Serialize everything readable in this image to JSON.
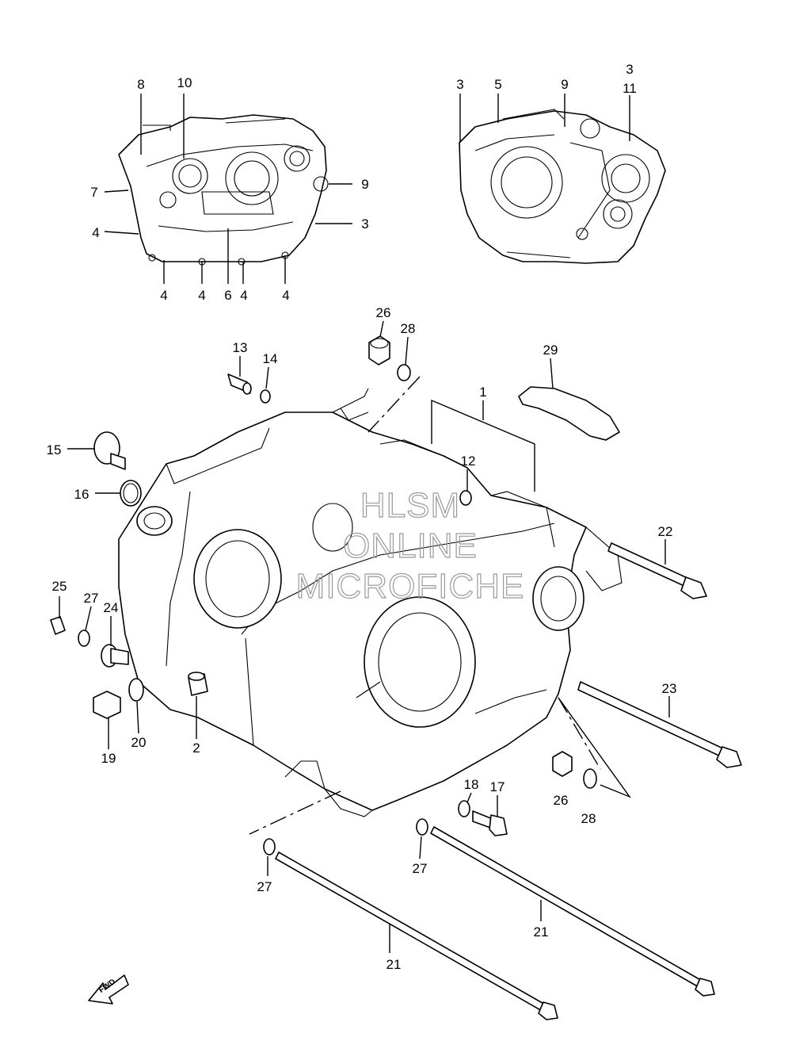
{
  "watermark": {
    "line1": "HLSM",
    "line2": "ONLINE",
    "line3": "MICROFICHE"
  },
  "fwd_label": "FWD",
  "callouts": {
    "c1": "1",
    "c2": "2",
    "c3a": "3",
    "c3b": "3",
    "c3c": "3",
    "c4a": "4",
    "c4b": "4",
    "c4c": "4",
    "c4d": "4",
    "c4e": "4",
    "c5": "5",
    "c6": "6",
    "c7": "7",
    "c8": "8",
    "c9a": "9",
    "c9b": "9",
    "c10": "10",
    "c11": "11",
    "c12": "12",
    "c13": "13",
    "c14": "14",
    "c15": "15",
    "c16": "16",
    "c17": "17",
    "c18": "18",
    "c19": "19",
    "c20": "20",
    "c21a": "21",
    "c21b": "21",
    "c22": "22",
    "c23": "23",
    "c24": "24",
    "c25": "25",
    "c26a": "26",
    "c26b": "26",
    "c27a": "27",
    "c27b": "27",
    "c27c": "27",
    "c28a": "28",
    "c28b": "28",
    "c29": "29"
  }
}
